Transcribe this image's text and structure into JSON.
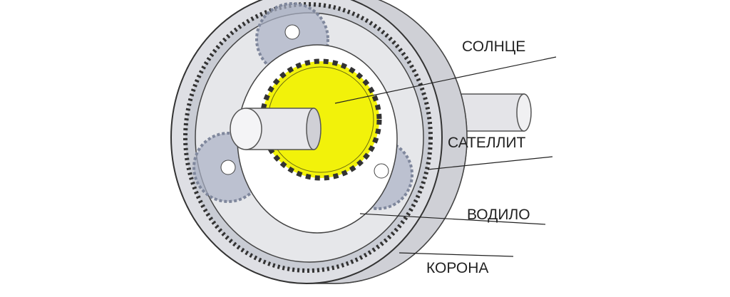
{
  "diagram": {
    "labels": {
      "sun": "СОЛНЦЕ",
      "planet": "САТЕЛЛИТ",
      "carrier": "ВОДИЛО",
      "ring": "КОРОНА"
    },
    "colors": {
      "sun_gear": "#f2f20a",
      "ring_body": "#dcdde2",
      "gear_shade": "#9aa3b8",
      "outline": "#333333"
    }
  }
}
